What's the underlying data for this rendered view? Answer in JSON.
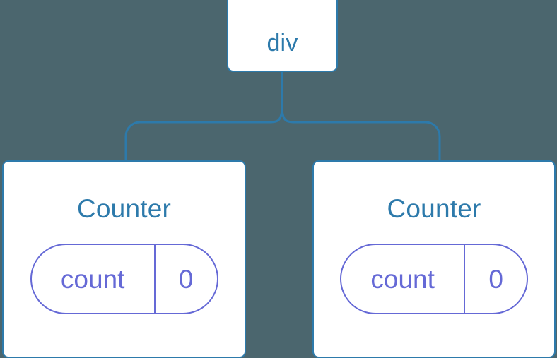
{
  "diagram": {
    "type": "component-tree",
    "background_color": "#4b666e",
    "node_border_color": "#2d7aab",
    "node_fill_color": "#ffffff",
    "connector_color": "#2d7aab",
    "state_accent_color": "#6569d6",
    "root": {
      "label": "div"
    },
    "children": [
      {
        "label": "Counter",
        "state": {
          "key": "count",
          "value": "0"
        }
      },
      {
        "label": "Counter",
        "state": {
          "key": "count",
          "value": "0"
        }
      }
    ]
  }
}
